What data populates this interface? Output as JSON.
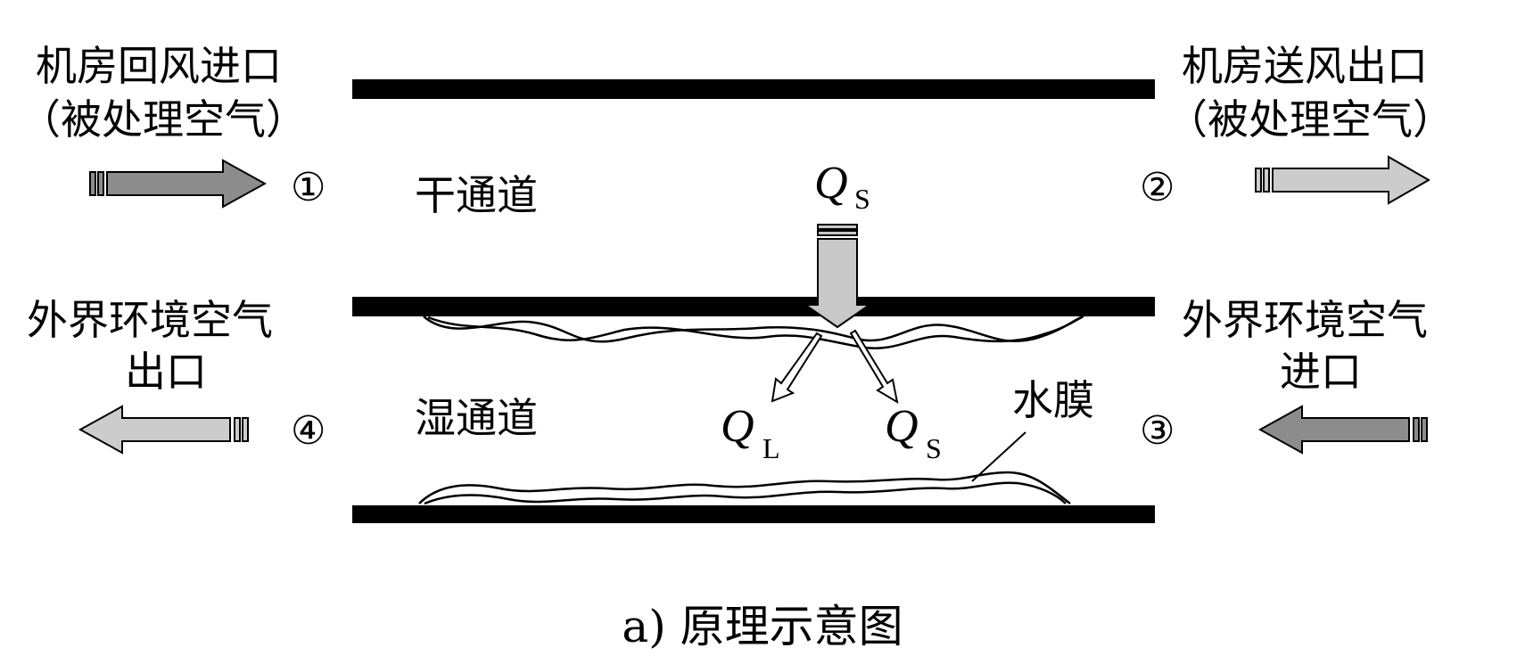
{
  "labels": {
    "inlet_return": [
      "机房回风进口",
      "（被处理空气）"
    ],
    "outlet_supply": [
      "机房送风出口",
      "（被处理空气）"
    ],
    "outdoor_outlet": [
      "外界环境空气",
      "出口"
    ],
    "outdoor_inlet": [
      "外界环境空气",
      "进口"
    ],
    "dry_channel": "干通道",
    "wet_channel": "湿通道",
    "water_film": "水膜",
    "q_letter": "Q",
    "sub_s": "S",
    "sub_l": "L",
    "port1": "①",
    "port2": "②",
    "port3": "③",
    "port4": "④"
  },
  "caption": "a) 原理示意图",
  "colors": {
    "plate": "#000000",
    "arrow_dark": "#8c8c8c",
    "arrow_light": "#cccccc",
    "arrow_heat": "#c8c8c8"
  }
}
